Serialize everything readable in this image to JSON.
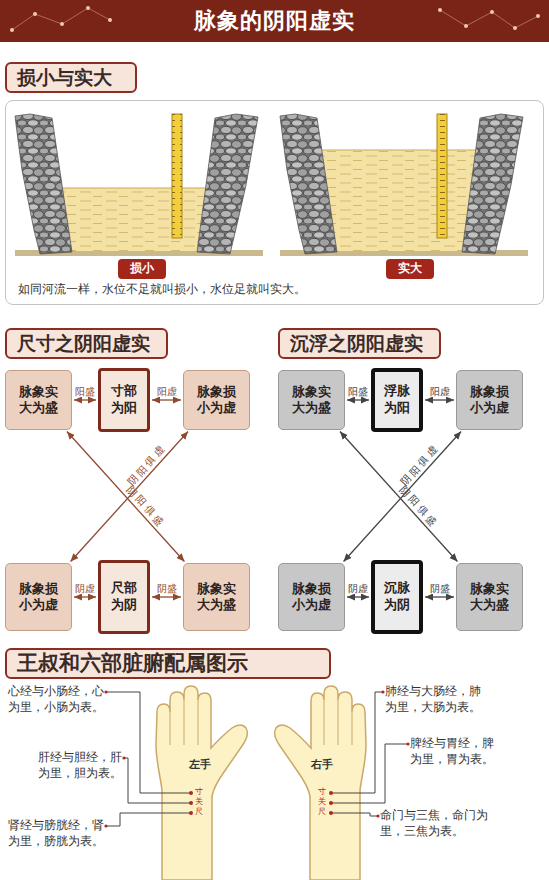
{
  "diagram": {
    "title": "脉象的阴阳虚实",
    "nodes": [
      {
        "text": [
          "损小与实大"
        ]
      },
      {
        "text": [
          "如同河流一样，水位不足就叫损小，水位足就叫实大。"
        ]
      },
      {
        "text": [
          "损小"
        ],
        "in": 1
      },
      {
        "text": [
          "实大"
        ],
        "in": 1
      },
      {
        "text": [
          "尺寸之阴阳虚实"
        ]
      },
      {
        "text": [
          "沉浮之阴阳虚实"
        ]
      },
      {
        "text": [
          "脉象实 大为盛"
        ]
      },
      {
        "text": [
          "寸部 为阳"
        ]
      },
      {
        "text": [
          "脉象损 小为虚"
        ]
      },
      {
        "text": [
          "脉象损 小为虚"
        ]
      },
      {
        "text": [
          "尺部 为阴"
        ]
      },
      {
        "text": [
          "脉象实 大为盛"
        ]
      },
      {
        "text": [
          "脉象实 大为盛"
        ]
      },
      {
        "text": [
          "浮脉 为阳"
        ]
      },
      {
        "text": [
          "脉象损 小为虚"
        ]
      },
      {
        "text": [
          "脉象损 小为虚"
        ]
      },
      {
        "text": [
          "沉脉 为阴"
        ]
      },
      {
        "text": [
          "脉象实 大为盛"
        ]
      },
      {
        "text": [
          "王叔和六部脏腑配属图示"
        ]
      }
    ],
    "edges": [
      {
        "from": 6,
        "to": 7,
        "arrow": "both",
        "label": "阳盛"
      },
      {
        "from": 7,
        "to": 8,
        "arrow": "both",
        "label": "阳虚"
      },
      {
        "from": 9,
        "to": 10,
        "arrow": "both",
        "label": "阴虚"
      },
      {
        "from": 10,
        "to": 11,
        "arrow": "both",
        "label": "阴盛"
      },
      {
        "from": 6,
        "to": 11,
        "arrow": "both",
        "label": "阴阳俱盛"
      },
      {
        "from": 8,
        "to": 9,
        "arrow": "both",
        "label": "阴阳俱虚"
      },
      {
        "from": 12,
        "to": 13,
        "arrow": "both",
        "label": "阳盛"
      },
      {
        "from": 13,
        "to": 14,
        "arrow": "both",
        "label": "阳虚"
      },
      {
        "from": 15,
        "to": 16,
        "arrow": "both",
        "label": "阴虚"
      },
      {
        "from": 16,
        "to": 17,
        "arrow": "both",
        "label": "阴盛"
      },
      {
        "from": 12,
        "to": 17,
        "arrow": "both",
        "label": "阴阳俱盛"
      },
      {
        "from": 14,
        "to": 15,
        "arrow": "both",
        "label": "阴阳俱虚"
      }
    ],
    "labels": [
      "心经与小肠经，心 为里，小肠为表。",
      "肺经与大肠经，肺 为里，大肠为表。",
      "肝经与胆经，肝 为里，胆为表。",
      "脾经与胃经，脾 为里，胃为表。",
      "左手",
      "右手",
      "寸",
      "关",
      "尺",
      "寸",
      "关",
      "尺",
      "肾经与膀胱经，肾 为里，膀胱为表。",
      "命门与三焦，命门为 里，三焦为表。"
    ]
  }
}
